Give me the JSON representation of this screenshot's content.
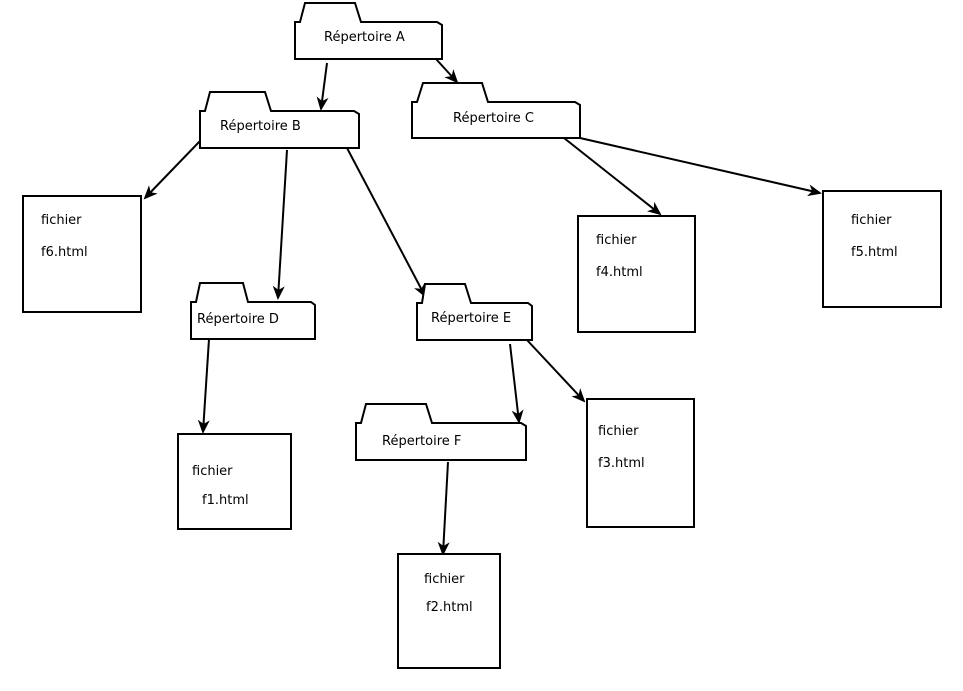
{
  "folders": {
    "a": "Répertoire A",
    "b": "Répertoire B",
    "c": "Répertoire C",
    "d": "Répertoire D",
    "e": "Répertoire E",
    "f": "Répertoire F"
  },
  "files": {
    "f1": {
      "type_label": "fichier",
      "name": "f1.html"
    },
    "f2": {
      "type_label": "fichier",
      "name": "f2.html"
    },
    "f3": {
      "type_label": "fichier",
      "name": "f3.html"
    },
    "f4": {
      "type_label": "fichier",
      "name": "f4.html"
    },
    "f5": {
      "type_label": "fichier",
      "name": "f5.html"
    },
    "f6": {
      "type_label": "fichier",
      "name": "f6.html"
    }
  },
  "colors": {
    "stroke": "#000000",
    "background": "#ffffff"
  }
}
